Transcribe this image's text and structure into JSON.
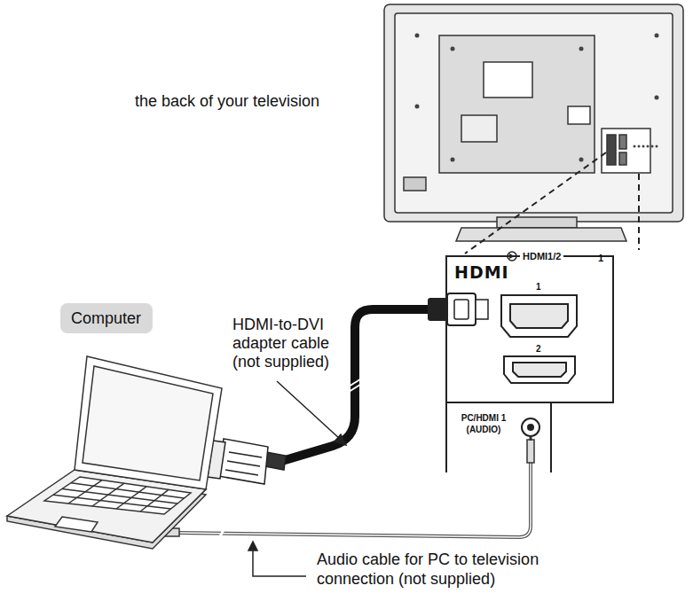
{
  "diagram": {
    "nodes": [
      {
        "text": [
          "Computer"
        ]
      },
      {
        "text": [
          "HDMI1/2",
          "HDMI"
        ]
      },
      {
        "text": [
          "PC/HDMI 1 (AUDIO)"
        ],
        "in": 1
      }
    ],
    "labels": [
      "the back of your television",
      "1",
      "1",
      "2",
      "HDMI-to-DVI adapter cable (not supplied)",
      "Audio cable for PC to television connection (not supplied)"
    ]
  }
}
